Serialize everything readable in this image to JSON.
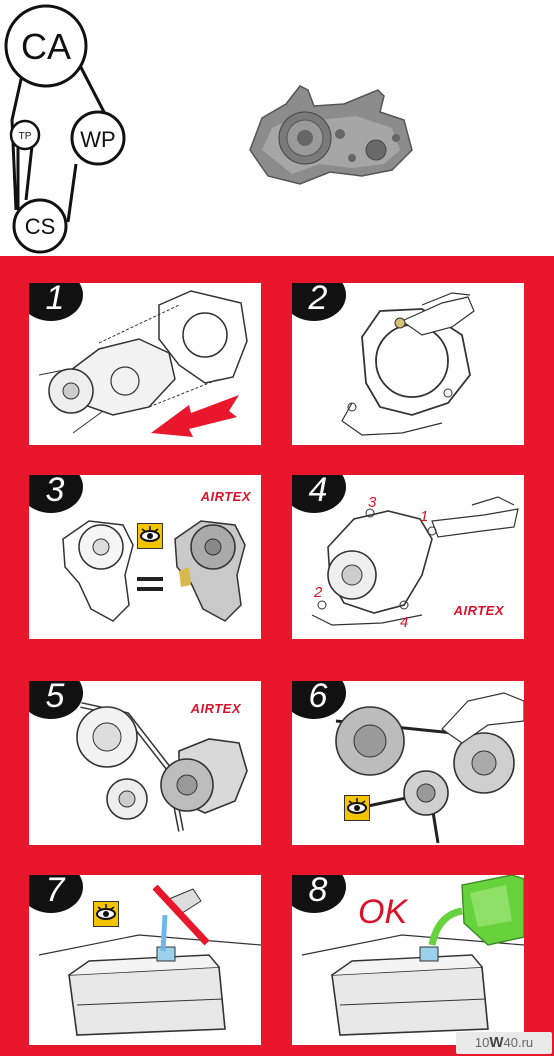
{
  "diagram": {
    "labels": {
      "ca": "CA",
      "tp": "TP",
      "wp": "WP",
      "cs": "CS"
    }
  },
  "steps": [
    {
      "number": "1"
    },
    {
      "number": "2"
    },
    {
      "number": "3",
      "brand": "AIRTEX"
    },
    {
      "number": "4",
      "brand": "AIRTEX",
      "bolt_order": [
        "1",
        "2",
        "3",
        "4"
      ]
    },
    {
      "number": "5",
      "brand": "AIRTEX"
    },
    {
      "number": "6"
    },
    {
      "number": "7"
    },
    {
      "number": "8",
      "ok_text": "OK"
    }
  ],
  "watermark": {
    "prefix": "10",
    "mid": "W",
    "suffix": "40.ru"
  },
  "icons": [
    "eye-warning-icon",
    "tap-prohibited-icon"
  ],
  "colors": {
    "background_red": "#e8172b",
    "brand_red": "#d9142a",
    "eye_yellow": "#f5c400",
    "coolant_green": "#66d23c"
  }
}
